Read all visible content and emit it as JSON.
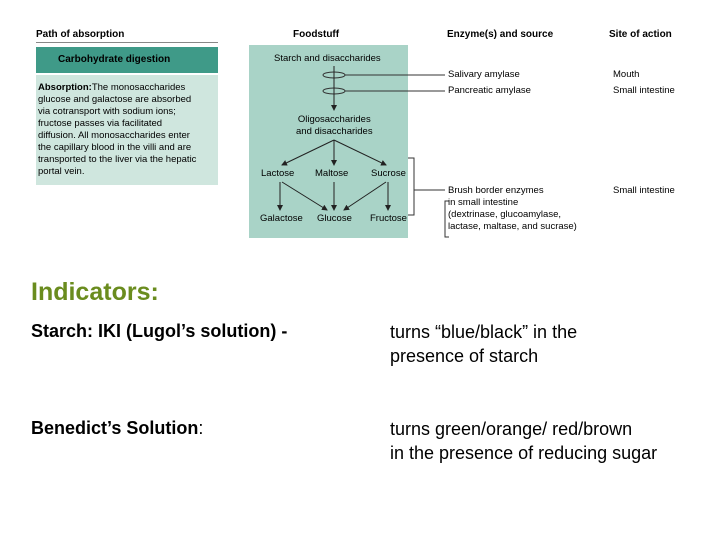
{
  "headers": {
    "path": "Path of absorption",
    "foodstuff": "Foodstuff",
    "enzymes": "Enzyme(s) and source",
    "site": "Site of action"
  },
  "carb_box": "Carbohydrate digestion",
  "absorption": {
    "label": "Absorption:",
    "lines": [
      "The monosaccharides",
      "glucose and galactose are absorbed",
      "via cotransport with sodium ions;",
      "fructose passes via facilitated",
      "diffusion. All monosaccharides enter",
      "the capillary blood in the villi and are",
      "transported to the liver via the hepatic",
      "portal vein."
    ]
  },
  "foodstuff": {
    "starch": "Starch and disaccharides",
    "oligo_1": "Oligosaccharides",
    "oligo_2": "and disaccharides",
    "lactose": "Lactose",
    "maltose": "Maltose",
    "sucrose": "Sucrose",
    "galactose": "Galactose",
    "glucose": "Glucose",
    "fructose": "Fructose"
  },
  "enzymes": {
    "salivary": "Salivary amylase",
    "pancreatic": "Pancreatic amylase",
    "brush": [
      "Brush border enzymes",
      "in small intestine",
      "(dextrinase, glucoamylase,",
      "lactase, maltase, and sucrase)"
    ]
  },
  "sites": {
    "mouth": "Mouth",
    "small1": "Small intestine",
    "small2": "Small intestine"
  },
  "indicators": {
    "heading": "Indicators:",
    "starch_label": "Starch: IKI (Lugol’s solution)  -",
    "starch_desc_1": "turns “blue/black” in the",
    "starch_desc_2": "presence of starch",
    "benedict_label": "Benedict’s Solution",
    "benedict_colon": ":",
    "benedict_desc_1": "turns green/orange/ red/brown",
    "benedict_desc_2": "in the presence of reducing sugar"
  }
}
